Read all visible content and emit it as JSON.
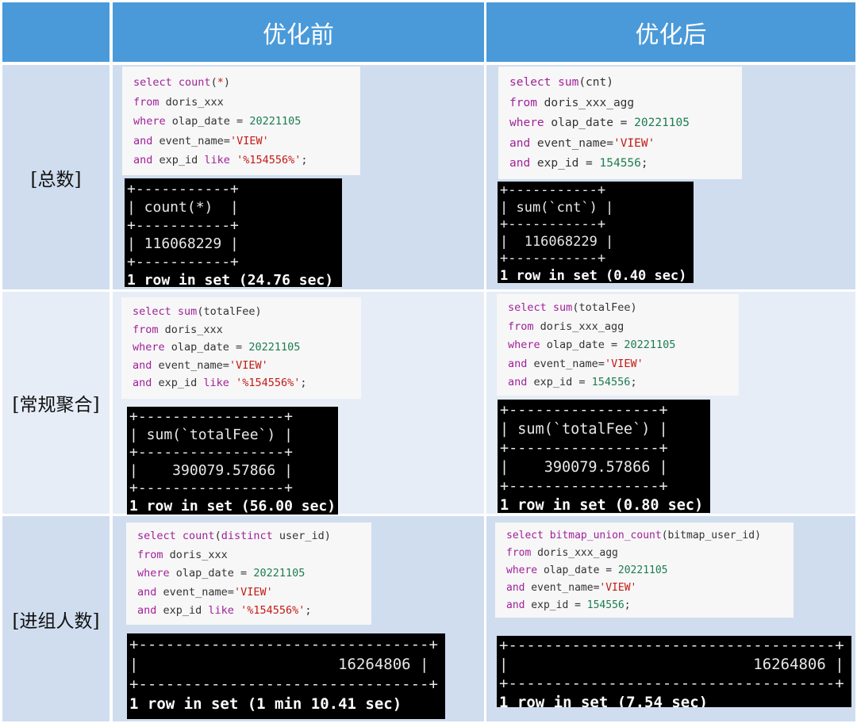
{
  "header": {
    "before": "优化前",
    "after": "优化后"
  },
  "rows": [
    {
      "label": "[总数]",
      "before": {
        "sql": [
          "select count(*)",
          "from doris_xxx",
          "where olap_date = 20221105",
          "and event_name='VIEW'",
          "and exp_id like '%154556%';"
        ],
        "term": [
          "+-----------+",
          "| count(*)  |",
          "+-----------+",
          "| 116068229 |",
          "+-----------+"
        ],
        "footer": "1 row in set (24.76 sec)"
      },
      "after": {
        "sql": [
          "select sum(cnt)",
          "from doris_xxx_agg",
          "where olap_date = 20221105",
          "and event_name='VIEW'",
          "and exp_id = 154556;"
        ],
        "term": [
          "+-----------+",
          "| sum(`cnt`) |",
          "+-----------+",
          "|  116068229 |",
          "+-----------+"
        ],
        "footer": "1 row in set (0.40 sec)"
      }
    },
    {
      "label": "[常规聚合]",
      "before": {
        "sql": [
          "select sum(totalFee)",
          "from doris_xxx",
          "where olap_date = 20221105",
          "and event_name='VIEW'",
          "and exp_id like '%154556%';"
        ],
        "term": [
          "+-----------------+",
          "| sum(`totalFee`) |",
          "+-----------------+",
          "|    390079.57866 |",
          "+-----------------+"
        ],
        "footer": "1 row in set (56.00 sec)"
      },
      "after": {
        "sql": [
          "select sum(totalFee)",
          "from doris_xxx_agg",
          "where olap_date = 20221105",
          "and event_name='VIEW'",
          "and exp_id = 154556;"
        ],
        "term": [
          "+-----------------+",
          "| sum(`totalFee`) |",
          "+-----------------+",
          "|    390079.57866 |",
          "+-----------------+"
        ],
        "footer": "1 row in set (0.80 sec)"
      }
    },
    {
      "label": "[进组人数]",
      "before": {
        "sql": [
          "select count(distinct user_id)",
          "from doris_xxx",
          "where olap_date = 20221105",
          "and event_name='VIEW'",
          "and exp_id like '%154556%';"
        ],
        "term": [
          "+--------------------------------+",
          "|                      16264806 |",
          "+--------------------------------+"
        ],
        "footer": "1 row in set (1 min 10.41 sec)"
      },
      "after": {
        "sql": [
          "select bitmap_union_count(bitmap_user_id)",
          "from doris_xxx_agg",
          "where olap_date = 20221105",
          "and event_name='VIEW'",
          "and exp_id = 154556;"
        ],
        "term": [
          "+------------------------------------+",
          "|                           16264806 |",
          "+------------------------------------+"
        ],
        "footer": "1 row in set (7.54 sec)"
      }
    }
  ]
}
